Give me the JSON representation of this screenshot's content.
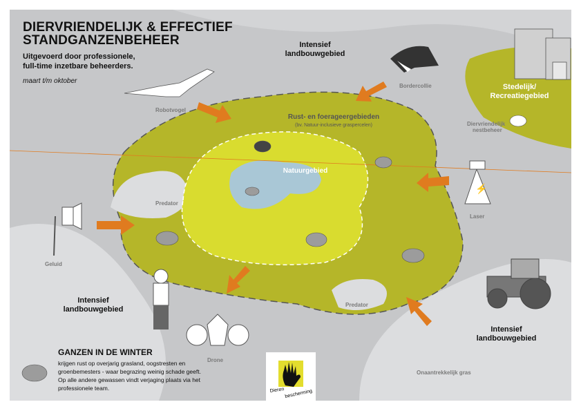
{
  "header": {
    "title_line1": "DIERVRIENDELIJK & EFFECTIEF",
    "title_line2": "STANDGANZENBEHEER",
    "subtitle_line1": "Uitgevoerd door professionele,",
    "subtitle_line2": "full-time inzetbare beheerders.",
    "period": "maart t/m oktober"
  },
  "zones": {
    "intensief_top_1": "Intensief",
    "intensief_top_2": "landbouwgebied",
    "intensief_left_1": "Intensief",
    "intensief_left_2": "landbouwgebied",
    "intensief_right_1": "Intensief",
    "intensief_right_2": "landbouwgebied",
    "stedelijk_1": "Stedelijk/",
    "stedelijk_2": "Recreatiegebied",
    "rust_title": "Rust- en foerageergebieden",
    "rust_sub": "(bv. Natuur-inclusieve graspercelen)",
    "natuur": "Natuurgebied"
  },
  "labels": {
    "robotvogel": "Robotvogel",
    "bordercollie": "Bordercollie",
    "nestbeheer_1": "Diervriendelijk",
    "nestbeheer_2": "nestbeheer",
    "laser": "Laser",
    "geluid": "Geluid",
    "predator_left": "Predator",
    "predator_right": "Predator",
    "drone": "Drone",
    "gras": "Onaantrekkelijk gras"
  },
  "winter": {
    "heading": "GANZEN IN DE WINTER",
    "text": "krijgen rust op overjarig grasland, oogstresten en groenbemesters - waar begrazing weinig schade geeft. Op alle andere gewassen vindt verjaging plaats via het professionele team."
  },
  "logo": {
    "text_1": "Dieren",
    "text_2": "bescherming"
  },
  "colors": {
    "bg": "#c6c7c9",
    "light": "#dcdddf",
    "olive": "#b5b629",
    "lime": "#d9dc2f",
    "water": "#a9c7d6",
    "arrow": "#e07b1f"
  }
}
